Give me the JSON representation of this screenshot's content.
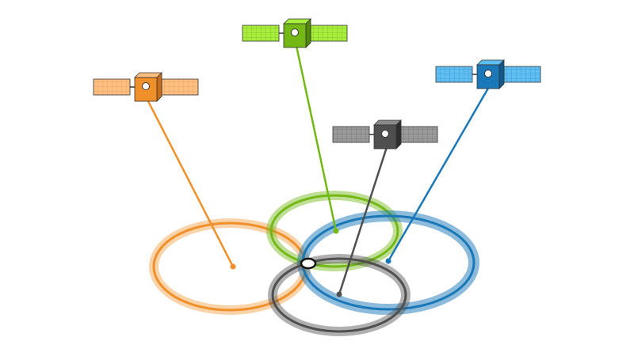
{
  "diagram": {
    "subject": "satellite-positioning",
    "satellites": [
      {
        "id": "orange",
        "color": "#f0902a",
        "light": "#ffbf80",
        "ring_color": "#f0902a"
      },
      {
        "id": "green",
        "color": "#74b816",
        "light": "#a8ee3c",
        "ring_color": "#74b816"
      },
      {
        "id": "gray",
        "color": "#4f4f4f",
        "light": "#9a9a9a",
        "ring_color": "#4f4f4f"
      },
      {
        "id": "blue",
        "color": "#1a78b8",
        "light": "#5fbef2",
        "ring_color": "#1a78b8"
      }
    ],
    "intersection_marker": {
      "fill": "#ffffff",
      "stroke": "#111111"
    }
  }
}
